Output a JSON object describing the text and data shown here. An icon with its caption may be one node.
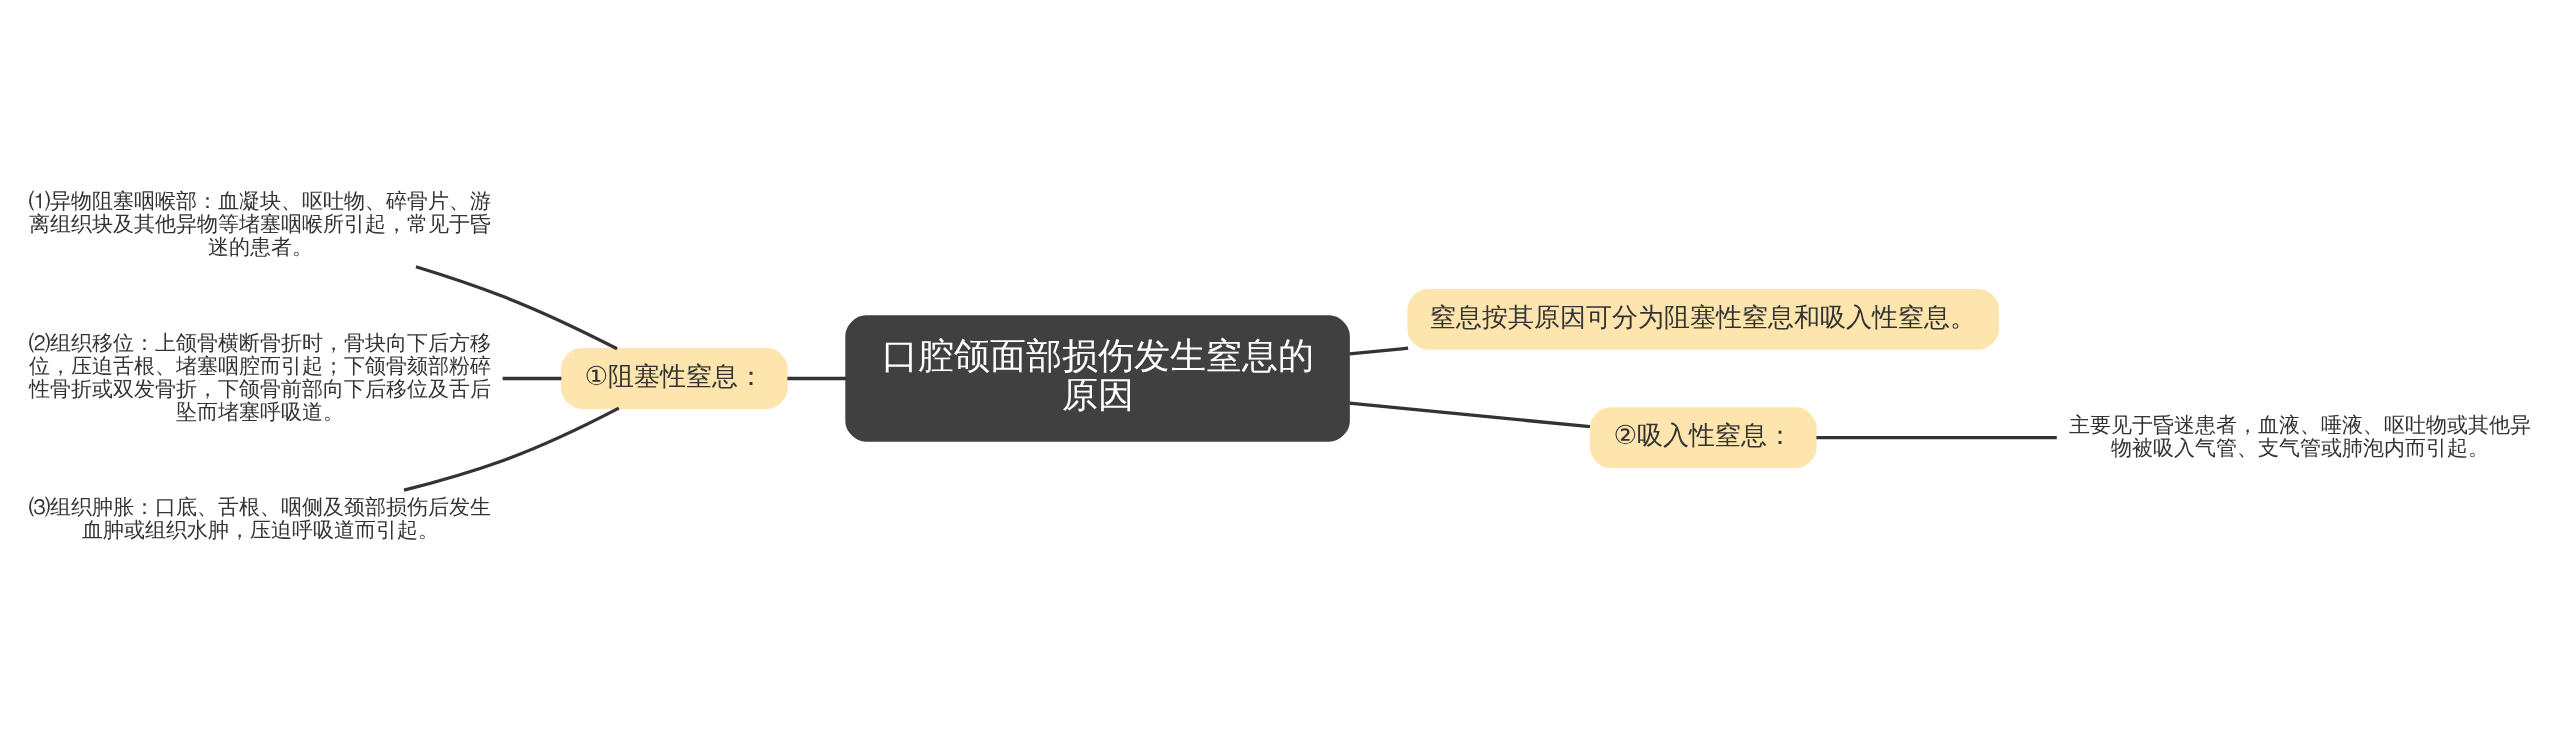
{
  "diagram": {
    "nodes": [
      {
        "text": [
          "口腔颌面部损伤发生窒息的原因"
        ]
      },
      {
        "text": [
          "①阻塞性窒息："
        ]
      },
      {
        "text": [
          "⑴异物阻塞咽喉部：血凝块、呕吐物、碎骨片、游离组织块及其他异物等堵塞咽喉所引起，常见于昏迷的患者。"
        ]
      },
      {
        "text": [
          "⑵组织移位：上颌骨横断骨折时，骨块向下后方移位，压迫舌根、堵塞咽腔而引起；下颌骨颏部粉碎性骨折或双发骨折，下颌骨前部向下后移位及舌后坠而堵塞呼吸道。"
        ]
      },
      {
        "text": [
          "⑶组织肿胀：口底、舌根、咽侧及颈部损伤后发生血肿或组织水肿，压迫呼吸道而引起。"
        ]
      },
      {
        "text": [
          "窒息按其原因可分为阻塞性窒息和吸入性窒息。"
        ]
      },
      {
        "text": [
          "②吸入性窒息："
        ]
      },
      {
        "text": [
          "主要见于昏迷患者，血液、唾液、呕吐物或其他异物被吸入气管、支气管或肺泡内而引起。"
        ]
      }
    ],
    "edges": [
      {
        "from": 0,
        "to": 1,
        "arrow": "none"
      },
      {
        "from": 1,
        "to": 2,
        "arrow": "none"
      },
      {
        "from": 1,
        "to": 3,
        "arrow": "none"
      },
      {
        "from": 1,
        "to": 4,
        "arrow": "none"
      },
      {
        "from": 0,
        "to": 5,
        "arrow": "none"
      },
      {
        "from": 0,
        "to": 6,
        "arrow": "none"
      },
      {
        "from": 6,
        "to": 7,
        "arrow": "none"
      }
    ]
  }
}
